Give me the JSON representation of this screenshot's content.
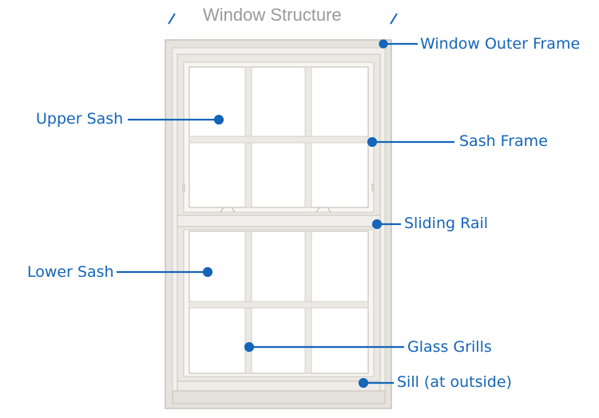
{
  "title": "Window Structure",
  "colors": {
    "accent": "#1565b8",
    "title": "#9a9a9a",
    "frame": "#e6e3df"
  },
  "labels": {
    "window_outer_frame": "Window Outer Frame",
    "upper_sash": "Upper Sash",
    "sash_frame": "Sash Frame",
    "sliding_rail": "Sliding Rail",
    "lower_sash": "Lower Sash",
    "glass_grills": "Glass Grills",
    "sill": "Sill (at outside)"
  }
}
